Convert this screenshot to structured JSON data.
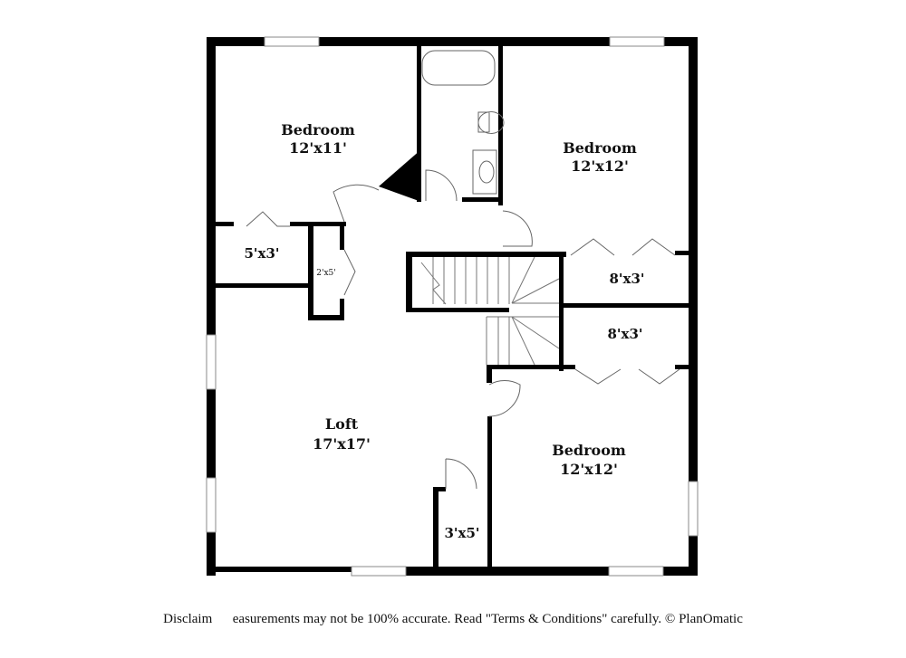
{
  "rooms": [
    {
      "name": "Bedroom",
      "size": "12'x11'"
    },
    {
      "name": "Bedroom",
      "size": "12'x12'"
    },
    {
      "name": "",
      "size": "5'x3'"
    },
    {
      "name": "",
      "size": "2'x5'"
    },
    {
      "name": "",
      "size": "8'x3'"
    },
    {
      "name": "",
      "size": "8'x3'"
    },
    {
      "name": "Loft",
      "size": "17'x17'"
    },
    {
      "name": "Bedroom",
      "size": "12'x12'"
    },
    {
      "name": "",
      "size": "3'x5'"
    }
  ],
  "disclaimer": "Disclaim      easurements may not be 100% accurate. Read \"Terms & Conditions\" carefully. © PlanOmatic"
}
